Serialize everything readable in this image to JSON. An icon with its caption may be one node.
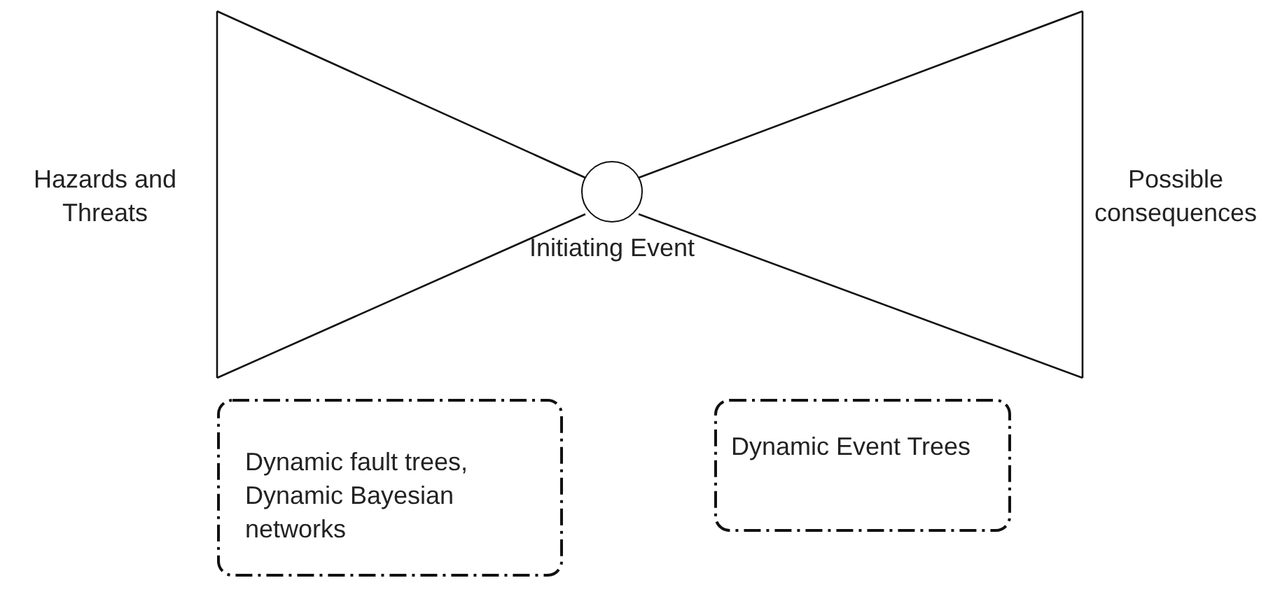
{
  "diagram": {
    "nodes": [
      {
        "text": [],
        "shape": "circle",
        "beside": [
          "Initiating Event"
        ]
      },
      {
        "text": [
          "Dynamic fault trees, Dynamic Bayesian networks"
        ]
      },
      {
        "text": [
          "Dynamic Event Trees"
        ]
      }
    ],
    "labels": [
      "Hazards and Threats",
      "Possible consequences"
    ]
  }
}
